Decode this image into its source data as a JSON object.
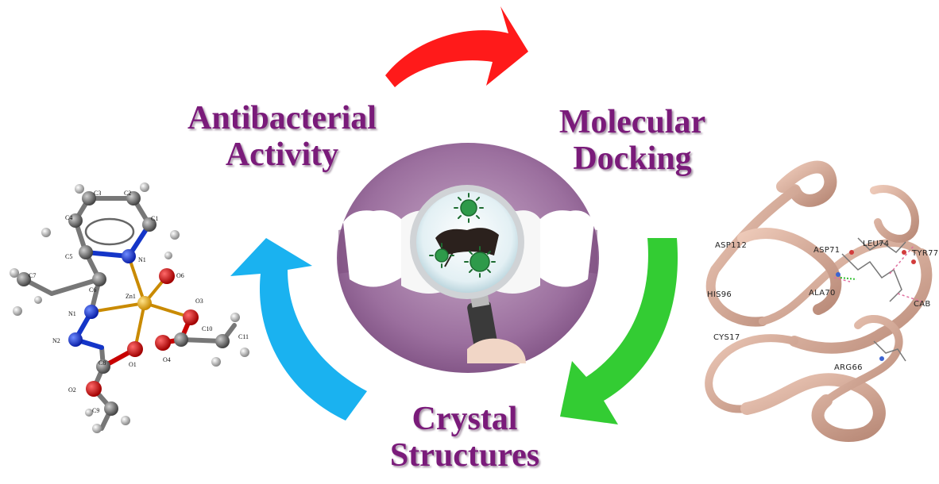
{
  "labels": {
    "antibacterial": [
      "Antibacterial",
      "Activity"
    ],
    "docking": [
      "Molecular",
      "Docking"
    ],
    "crystal": [
      "Crystal",
      "Structures"
    ]
  },
  "molecule_atoms": [
    "C3",
    "C2",
    "C4",
    "C1",
    "C5",
    "N1",
    "C7",
    "C6",
    "O6",
    "Zn1",
    "O3",
    "N1",
    "N2",
    "C10",
    "C11",
    "C8",
    "O1",
    "O4",
    "O2",
    "C9"
  ],
  "protein_residues": [
    "ASP112",
    "ASP71",
    "LEU74",
    "TYR77",
    "HIS96",
    "ALA70",
    "CAB",
    "CYS17",
    "ARG66"
  ],
  "colors": {
    "label": "#7a1b7a",
    "arrow_red": "#ff1a1a",
    "arrow_green": "#33cc33",
    "arrow_blue": "#1ab2f0",
    "oval": "#8a5a8c",
    "tooth": "#ffffff",
    "bacteria": "#2e9a4a",
    "ribbon": "#d9b0a0"
  },
  "icons": [
    "magnifier-icon",
    "bacteria-icon",
    "tooth-icon"
  ]
}
